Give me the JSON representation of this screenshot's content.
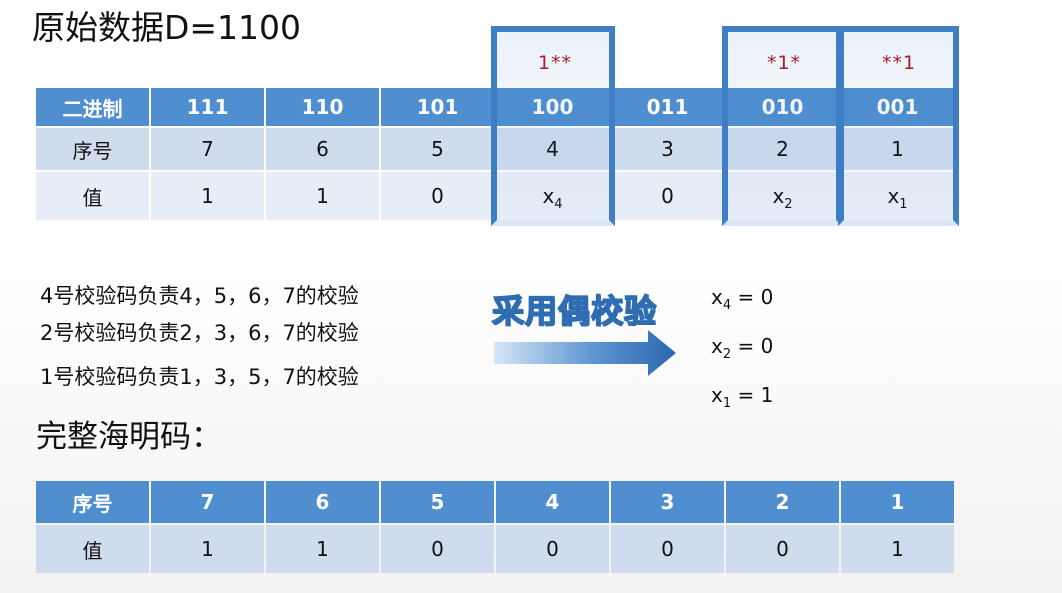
{
  "title": "原始数据D=1100",
  "parity_labels": {
    "c4": "1**",
    "c2": "*1*",
    "c1": "**1"
  },
  "top_table": {
    "row_binary": {
      "label": "二进制",
      "cells": [
        "111",
        "110",
        "101",
        "100",
        "011",
        "010",
        "001"
      ]
    },
    "row_index": {
      "label": "序号",
      "cells": [
        "7",
        "6",
        "5",
        "4",
        "3",
        "2",
        "1"
      ]
    },
    "row_value": {
      "label": "值",
      "cells": [
        "1",
        "1",
        "0",
        "x",
        "0",
        "x",
        "x"
      ],
      "subscripts": {
        "c4": "4",
        "c2": "2",
        "c1": "1"
      }
    }
  },
  "descriptions": [
    "4号校验码负责4，5，6，7的校验",
    "2号校验码负责2，3，6，7的校验",
    "1号校验码负责1，3，5，7的校验"
  ],
  "arrow_label": "采用偶校验",
  "results": [
    {
      "var": "x",
      "sub": "4",
      "rest": " = 0"
    },
    {
      "var": "x",
      "sub": "2",
      "rest": " = 0"
    },
    {
      "var": "x",
      "sub": "1",
      "rest": " = 1"
    }
  ],
  "subtitle": "完整海明码：",
  "bottom_table": {
    "row_index": {
      "label": "序号",
      "cells": [
        "7",
        "6",
        "5",
        "4",
        "3",
        "2",
        "1"
      ]
    },
    "row_value": {
      "label": "值",
      "cells": [
        "1",
        "1",
        "0",
        "0",
        "0",
        "0",
        "1"
      ]
    }
  },
  "colors": {
    "header_blue": "#4f8fd0",
    "row_light": "#cfdcee",
    "row_lighter": "#e8eef8",
    "frame_blue": "#3f7ec4",
    "parity_red": "#b0141a"
  }
}
